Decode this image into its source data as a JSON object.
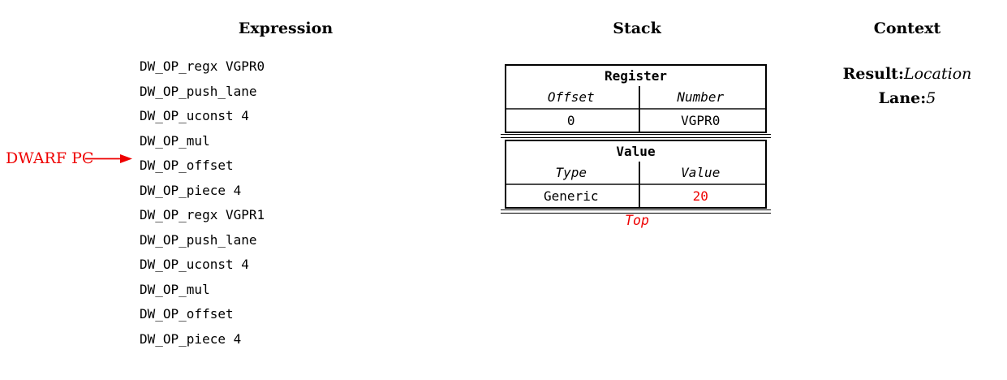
{
  "diagram": {
    "expression": {
      "title": "Expression",
      "items": [
        "DW_OP_regx VGPR0",
        "DW_OP_push_lane",
        "DW_OP_uconst 4",
        "DW_OP_mul",
        "DW_OP_offset",
        "DW_OP_piece 4",
        "DW_OP_regx VGPR1",
        "DW_OP_push_lane",
        "DW_OP_uconst 4",
        "DW_OP_mul",
        "DW_OP_offset",
        "DW_OP_piece 4"
      ]
    },
    "pc_marker": {
      "label": "DWARF PC"
    },
    "stack": {
      "title": "Stack",
      "entries": [
        {
          "title": "Register",
          "headers": [
            "Offset",
            "Number"
          ],
          "values": [
            "0",
            "VGPR0"
          ]
        },
        {
          "title": "Value",
          "headers": [
            "Type",
            "Value"
          ],
          "values": [
            "Generic",
            "20"
          ]
        }
      ],
      "top_label": "Top"
    },
    "context": {
      "title": "Context",
      "fields": [
        {
          "label": "Result:",
          "value": "Location"
        },
        {
          "label": "Lane:",
          "value": "5"
        }
      ]
    }
  },
  "colors": {
    "accent_red": "#ee0000",
    "table_border": "#000000",
    "header_rule": "#4a4a4a",
    "background": "#ffffff"
  }
}
